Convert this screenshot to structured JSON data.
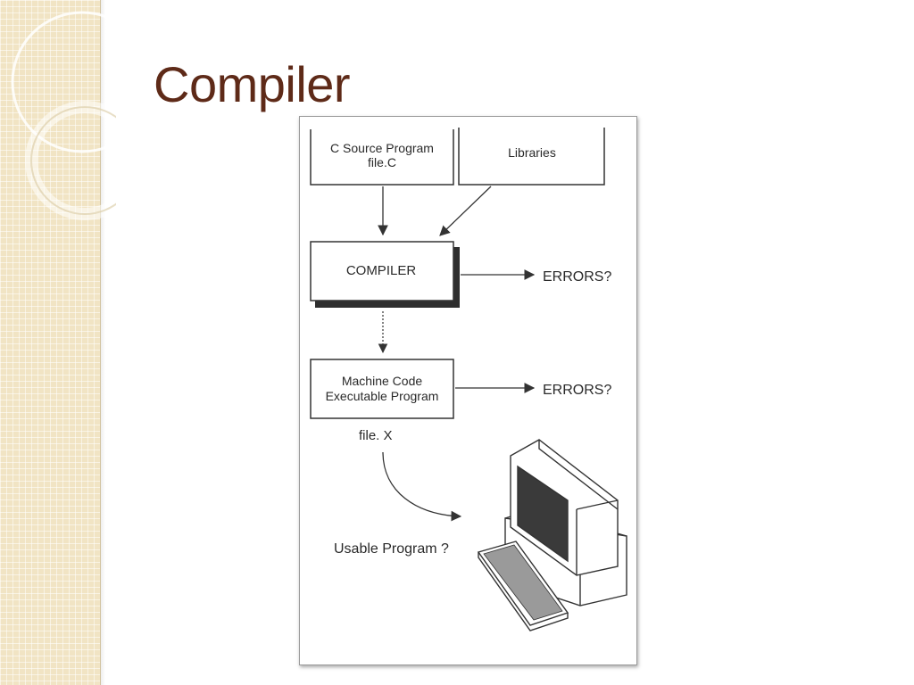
{
  "slide": {
    "title": "Compiler"
  },
  "diagram": {
    "source_box": {
      "line1": "C Source Program",
      "line2": "file.C"
    },
    "libraries_box": {
      "label": "Libraries"
    },
    "compiler_box": {
      "label": "COMPILER"
    },
    "errors_1": "ERRORS?",
    "machine_box": {
      "line1": "Machine Code",
      "line2": "Executable Program"
    },
    "errors_2": "ERRORS?",
    "file_x": "file. X",
    "usable_program": "Usable Program ?"
  },
  "theme": {
    "title_color": "#5e2a18",
    "strip_color": "#f1e4c4"
  }
}
